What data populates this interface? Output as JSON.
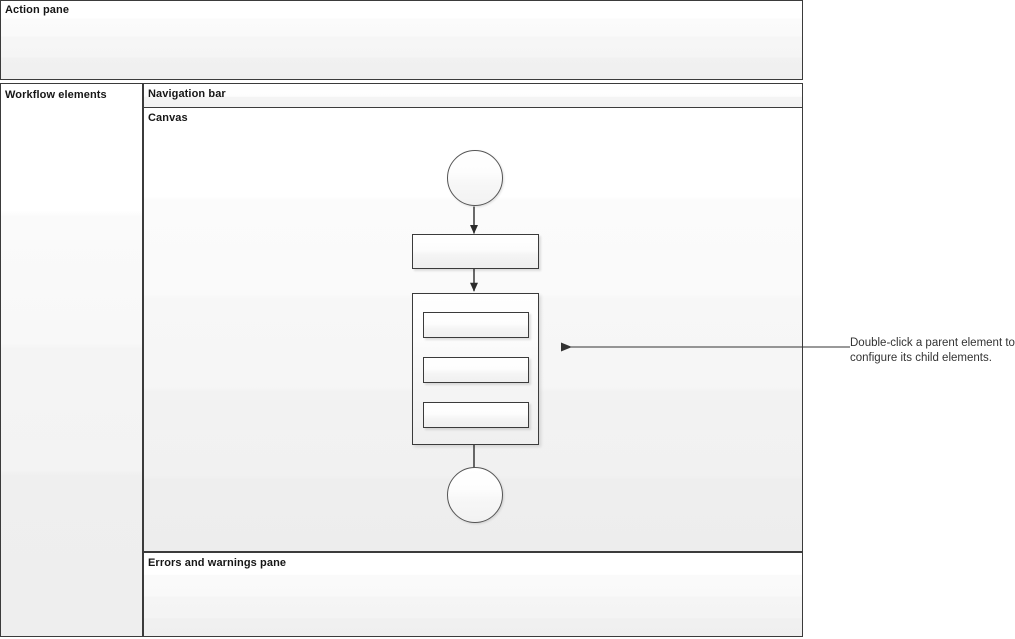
{
  "panes": {
    "action": {
      "label": "Action pane"
    },
    "workflow_elements": {
      "label": "Workflow elements"
    },
    "navigation_bar": {
      "label": "Navigation bar"
    },
    "canvas": {
      "label": "Canvas"
    },
    "errors_warnings": {
      "label": "Errors and warnings pane"
    }
  },
  "callout": {
    "text": "Double-click a parent element to configure its child elements.",
    "line1": "Double-click a parent element to",
    "line2": "configure its child elements."
  },
  "diagram": {
    "type": "workflow-flowchart",
    "nodes": [
      {
        "id": "start",
        "shape": "circle",
        "label": ""
      },
      {
        "id": "task-1",
        "shape": "rectangle",
        "label": ""
      },
      {
        "id": "parent-element",
        "shape": "container",
        "label": ""
      },
      {
        "id": "child-1",
        "shape": "rectangle",
        "label": ""
      },
      {
        "id": "child-2",
        "shape": "rectangle",
        "label": ""
      },
      {
        "id": "child-3",
        "shape": "rectangle",
        "label": ""
      },
      {
        "id": "end",
        "shape": "circle",
        "label": ""
      }
    ],
    "edges": [
      {
        "from": "start",
        "to": "task-1"
      },
      {
        "from": "task-1",
        "to": "parent-element"
      },
      {
        "from": "child-1",
        "to": "child-2"
      },
      {
        "from": "child-2",
        "to": "child-3"
      },
      {
        "from": "parent-element",
        "to": "end"
      }
    ]
  },
  "colors": {
    "border": "#3b3b3b",
    "shape_border": "#3b3b3b",
    "circle_border": "#555555",
    "text": "#161616",
    "callout_text": "#333333",
    "connector": "#2b2b2b"
  }
}
